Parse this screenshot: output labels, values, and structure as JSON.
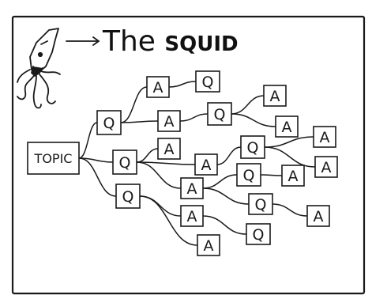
{
  "title": {
    "main": "The ",
    "caps": "SQUID"
  },
  "nodes": [
    {
      "id": "topic",
      "label": "TOPIC"
    },
    {
      "id": "q1",
      "label": "Q"
    },
    {
      "id": "q2",
      "label": "Q"
    },
    {
      "id": "q3",
      "label": "Q"
    },
    {
      "id": "a1",
      "label": "A"
    },
    {
      "id": "q4",
      "label": "Q"
    },
    {
      "id": "a2",
      "label": "A"
    },
    {
      "id": "q5",
      "label": "Q"
    },
    {
      "id": "a3",
      "label": "A"
    },
    {
      "id": "a4",
      "label": "A"
    },
    {
      "id": "a5",
      "label": "A"
    },
    {
      "id": "a6",
      "label": "A"
    },
    {
      "id": "q6",
      "label": "Q"
    },
    {
      "id": "a7",
      "label": "A"
    },
    {
      "id": "a8",
      "label": "A"
    },
    {
      "id": "q7",
      "label": "Q"
    },
    {
      "id": "a9",
      "label": "A"
    },
    {
      "id": "a10",
      "label": "A"
    },
    {
      "id": "q8",
      "label": "Q"
    },
    {
      "id": "a11",
      "label": "A"
    },
    {
      "id": "a12",
      "label": "A"
    },
    {
      "id": "q9",
      "label": "Q"
    },
    {
      "id": "a13",
      "label": "A"
    }
  ],
  "edges": [
    [
      "topic",
      "q1"
    ],
    [
      "topic",
      "q2"
    ],
    [
      "topic",
      "q3"
    ],
    [
      "q1",
      "a1"
    ],
    [
      "a1",
      "q4"
    ],
    [
      "q1",
      "a2"
    ],
    [
      "a2",
      "q5"
    ],
    [
      "q5",
      "a3"
    ],
    [
      "q5",
      "a4"
    ],
    [
      "q2",
      "a5"
    ],
    [
      "q2",
      "a6"
    ],
    [
      "a6",
      "q6"
    ],
    [
      "q6",
      "a7"
    ],
    [
      "q6",
      "a8"
    ],
    [
      "q2",
      "a9"
    ],
    [
      "a9",
      "q7"
    ],
    [
      "q7",
      "a10"
    ],
    [
      "a9",
      "q8"
    ],
    [
      "q8",
      "a11"
    ],
    [
      "q3",
      "a12"
    ],
    [
      "a12",
      "q9"
    ],
    [
      "q3",
      "a13"
    ]
  ]
}
